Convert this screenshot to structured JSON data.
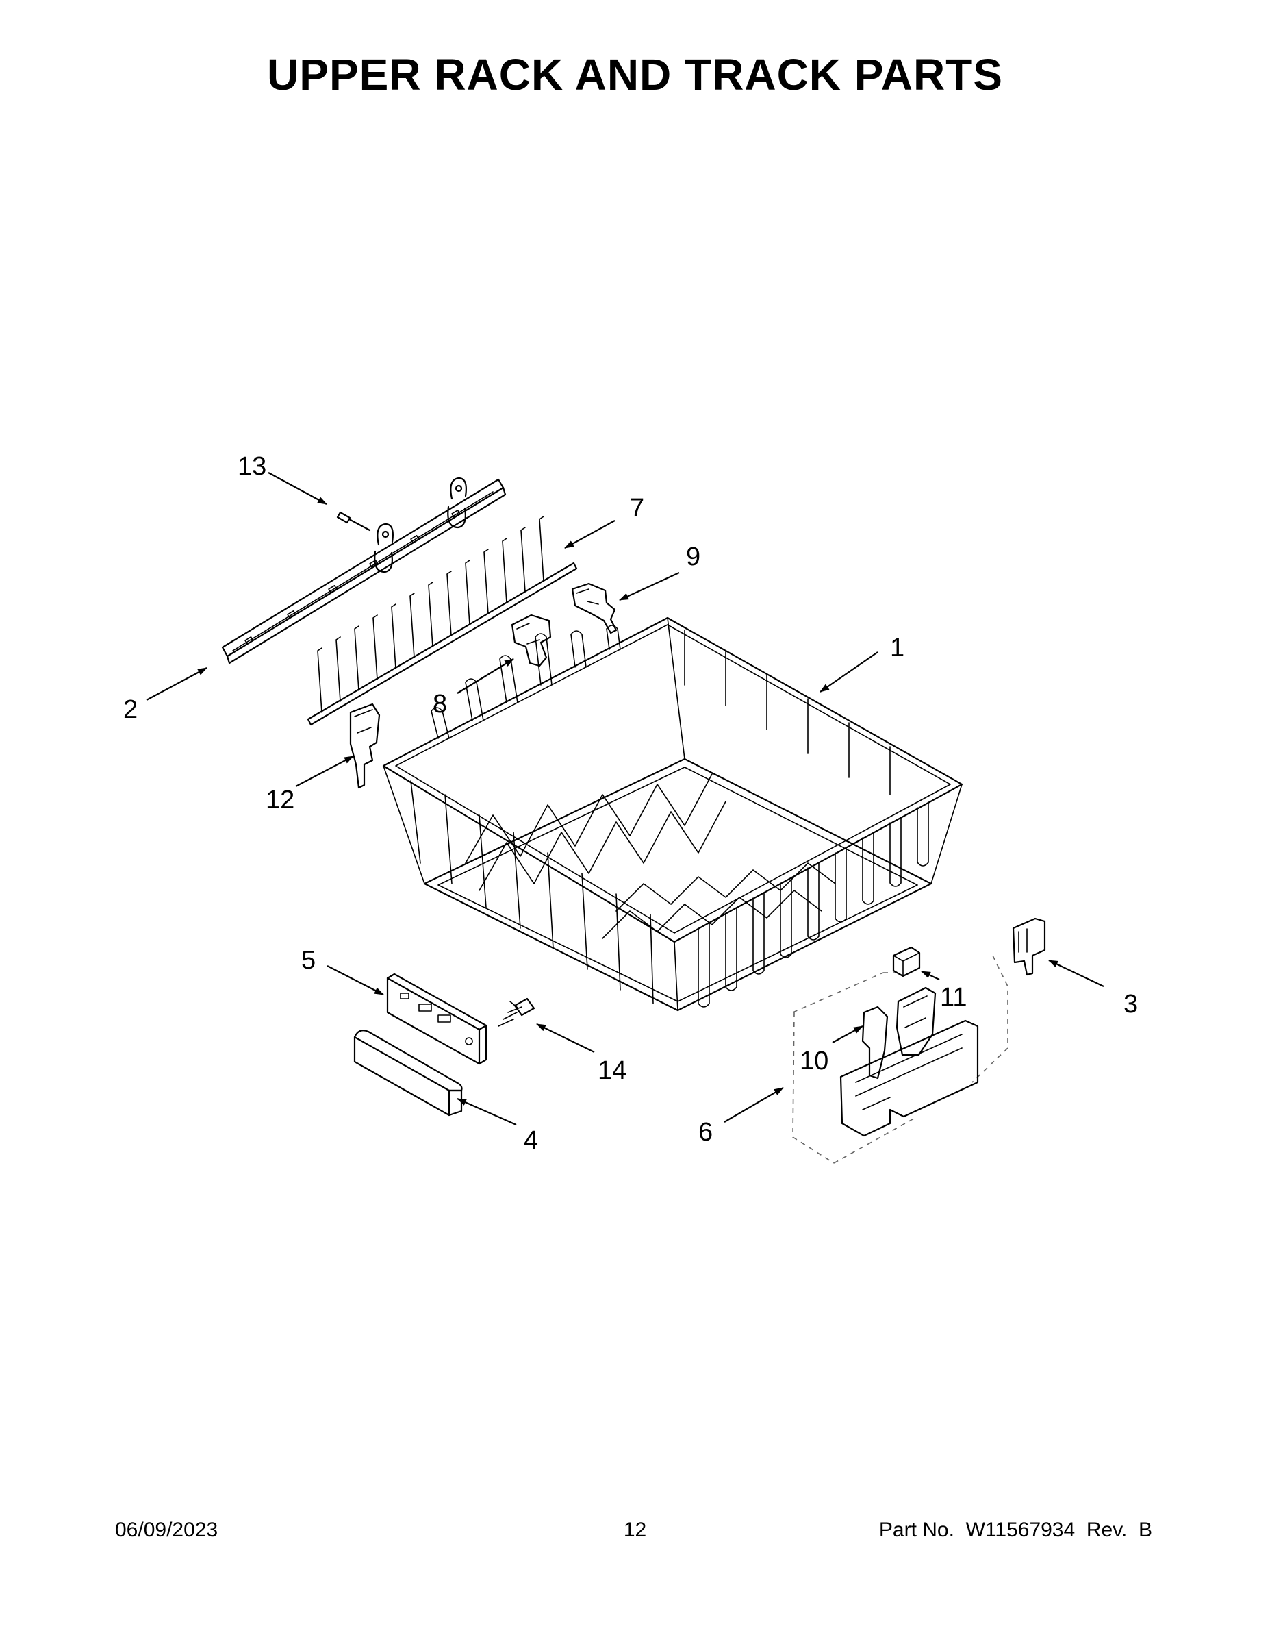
{
  "header": {
    "title": "UPPER RACK AND TRACK PARTS"
  },
  "callouts": {
    "c1": "1",
    "c2": "2",
    "c3": "3",
    "c4": "4",
    "c5": "5",
    "c6": "6",
    "c7": "7",
    "c8": "8",
    "c9": "9",
    "c10": "10",
    "c11": "11",
    "c12": "12",
    "c13": "13",
    "c14": "14"
  },
  "footer": {
    "date": "06/09/2023",
    "page": "12",
    "part": "Part No.  W11567934  Rev.  B"
  }
}
